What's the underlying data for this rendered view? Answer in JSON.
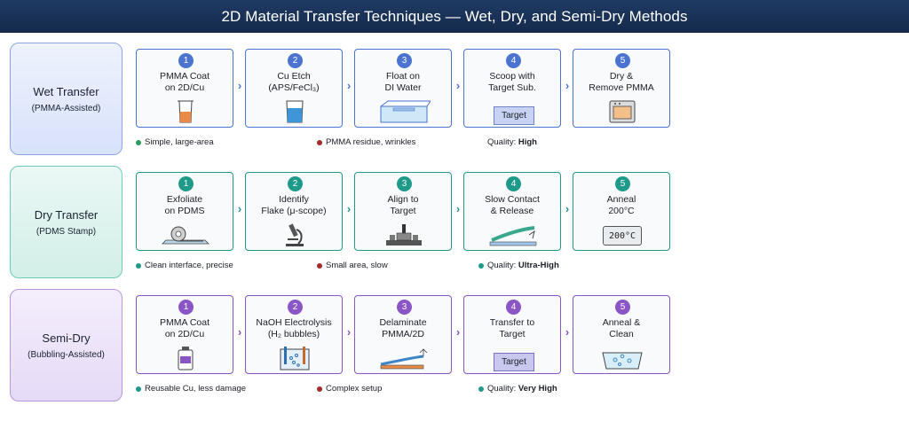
{
  "title": "2D Material Transfer Techniques — Wet, Dry, and Semi-Dry Methods",
  "colors": {
    "header_bg": "#1c355d",
    "wet_accent": "#4a74d0",
    "dry_accent": "#1f9a8a",
    "semi_accent": "#8a55c4",
    "pro_dot": "#2c9a5c",
    "con_dot": "#a42a2a"
  },
  "rows": [
    {
      "method": "Wet Transfer",
      "subtitle": "(PMMA-Assisted)",
      "steps": [
        {
          "num": "1",
          "label": "PMMA Coat\non 2D/Cu",
          "icon": "beaker-orange-icon"
        },
        {
          "num": "2",
          "label": "Cu Etch\n(APS/FeCl₃)",
          "icon": "beaker-blue-icon"
        },
        {
          "num": "3",
          "label": "Float on\nDI Water",
          "icon": "water-bath-icon"
        },
        {
          "num": "4",
          "label": "Scoop with\nTarget Sub.",
          "icon": "target-box",
          "icon_text": "Target"
        },
        {
          "num": "5",
          "label": "Dry &\nRemove PMMA",
          "icon": "oven-icon"
        }
      ],
      "pro": "Simple, large-area",
      "con": "PMMA residue, wrinkles",
      "quality_label": "Quality:",
      "quality_value": "High"
    },
    {
      "method": "Dry Transfer",
      "subtitle": "(PDMS Stamp)",
      "steps": [
        {
          "num": "1",
          "label": "Exfoliate\non PDMS",
          "icon": "tape-roll-icon"
        },
        {
          "num": "2",
          "label": "Identify\nFlake (μ-scope)",
          "icon": "microscope-icon"
        },
        {
          "num": "3",
          "label": "Align to\nTarget",
          "icon": "transfer-stage-icon"
        },
        {
          "num": "4",
          "label": "Slow Contact\n& Release",
          "icon": "stamp-contact-icon"
        },
        {
          "num": "5",
          "label": "Anneal\n200°C",
          "icon": "hotplate-display-icon",
          "icon_text": "200°C"
        }
      ],
      "pro": "Clean interface, precise",
      "con": "Small area, slow",
      "quality_label": "Quality:",
      "quality_value": "Ultra-High"
    },
    {
      "method": "Semi-Dry",
      "subtitle": "(Bubbling-Assisted)",
      "steps": [
        {
          "num": "1",
          "label": "PMMA Coat\non 2D/Cu",
          "icon": "bottle-icon"
        },
        {
          "num": "2",
          "label": "NaOH Electrolysis\n(H₂ bubbles)",
          "icon": "electrolysis-icon"
        },
        {
          "num": "3",
          "label": "Delaminate\nPMMA/2D",
          "icon": "delaminate-icon"
        },
        {
          "num": "4",
          "label": "Transfer to\nTarget",
          "icon": "target-box",
          "icon_text": "Target"
        },
        {
          "num": "5",
          "label": "Anneal &\nClean",
          "icon": "bath-bubbles-icon"
        }
      ],
      "pro": "Reusable Cu, less damage",
      "con": "Complex setup",
      "quality_label": "Quality:",
      "quality_value": "Very High"
    }
  ]
}
